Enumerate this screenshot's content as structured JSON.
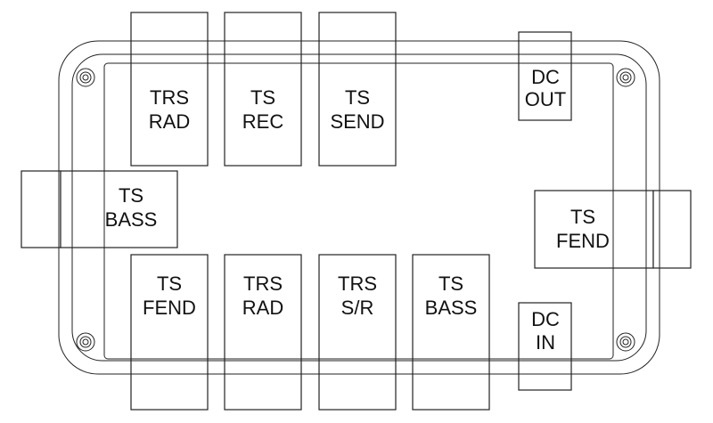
{
  "diagram": {
    "enclosure": "enclosure-outline",
    "jacks": {
      "top_trs_rad": {
        "line1": "TRS",
        "line2": "RAD"
      },
      "top_ts_rec": {
        "line1": "TS",
        "line2": "REC"
      },
      "top_ts_send": {
        "line1": "TS",
        "line2": "SEND"
      },
      "dc_out": {
        "line1": "DC",
        "line2": "OUT"
      },
      "left_ts_bass": {
        "line1": "TS",
        "line2": "BASS"
      },
      "right_ts_fend": {
        "line1": "TS",
        "line2": "FEND"
      },
      "bottom_ts_fend": {
        "line1": "TS",
        "line2": "FEND"
      },
      "bottom_trs_rad": {
        "line1": "TRS",
        "line2": "RAD"
      },
      "bottom_trs_sr": {
        "line1": "TRS",
        "line2": "S/R"
      },
      "bottom_ts_bass": {
        "line1": "TS",
        "line2": "BASS"
      },
      "dc_in": {
        "line1": "DC",
        "line2": "IN"
      }
    }
  }
}
